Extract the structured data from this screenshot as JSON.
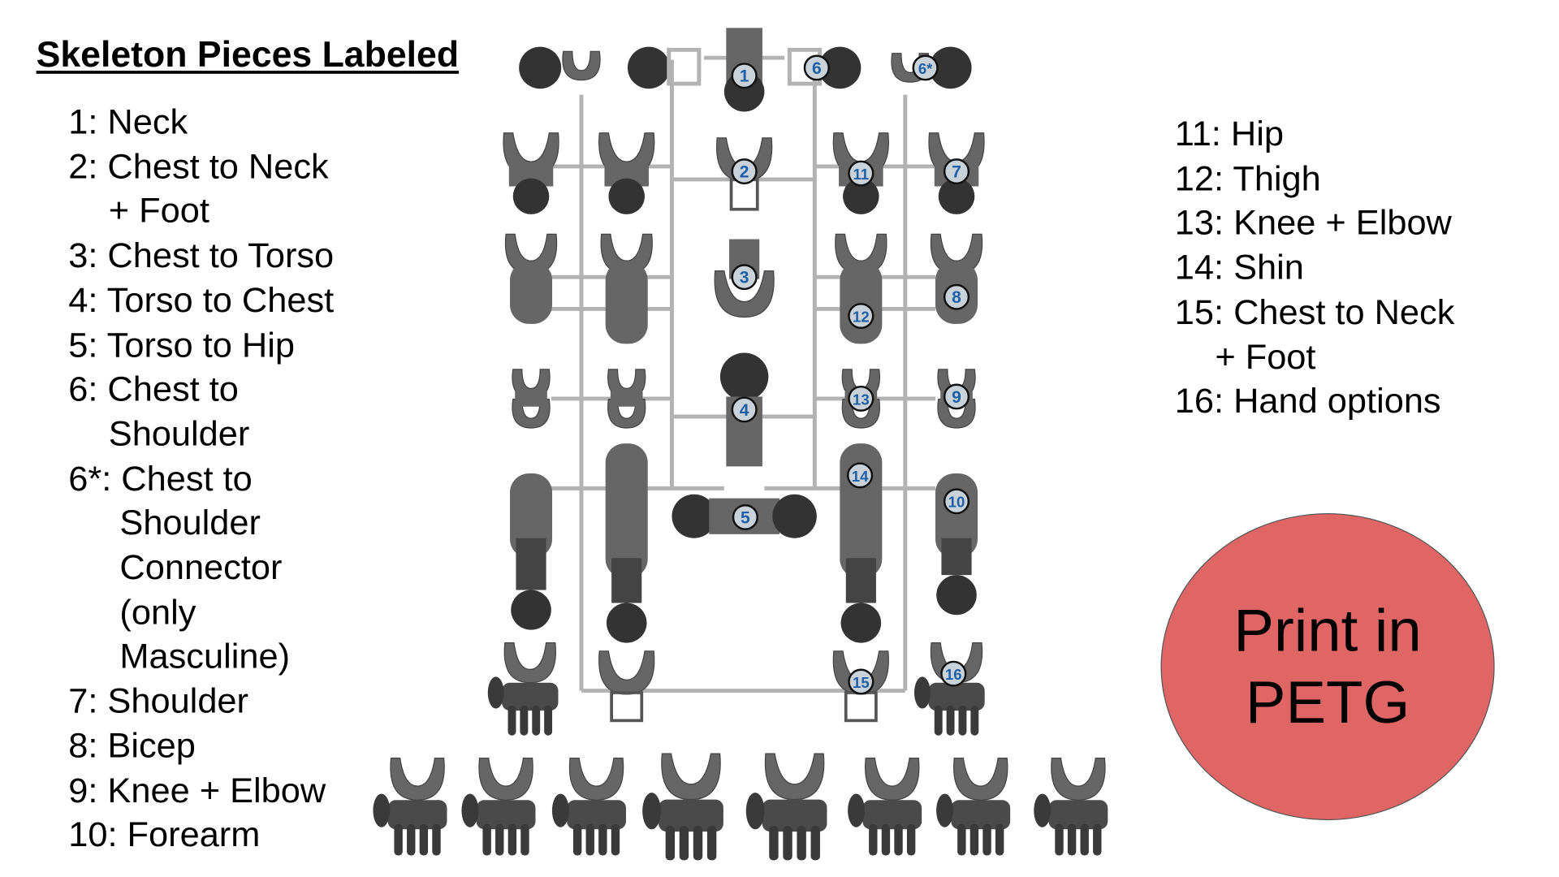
{
  "title": "Skeleton Pieces Labeled",
  "left_list": [
    {
      "text": "1: Neck",
      "indent": 0
    },
    {
      "text": "2: Chest to Neck",
      "indent": 0
    },
    {
      "text": "+ Foot",
      "indent": 1
    },
    {
      "text": "3: Chest to Torso",
      "indent": 0
    },
    {
      "text": "4: Torso to Chest",
      "indent": 0
    },
    {
      "text": "5: Torso to Hip",
      "indent": 0
    },
    {
      "text": "6: Chest to",
      "indent": 0
    },
    {
      "text": "Shoulder",
      "indent": 1
    },
    {
      "text": "6*: Chest to",
      "indent": 0
    },
    {
      "text": "Shoulder",
      "indent": 2
    },
    {
      "text": "Connector",
      "indent": 2
    },
    {
      "text": "(only",
      "indent": 2
    },
    {
      "text": "Masculine)",
      "indent": 2
    },
    {
      "text": "7: Shoulder",
      "indent": 0
    },
    {
      "text": "8: Bicep",
      "indent": 0
    },
    {
      "text": "9: Knee + Elbow",
      "indent": 0
    },
    {
      "text": "10: Forearm",
      "indent": 0
    }
  ],
  "right_list": [
    {
      "text": "11: Hip",
      "indent": 0
    },
    {
      "text": "12: Thigh",
      "indent": 0
    },
    {
      "text": "13: Knee + Elbow",
      "indent": 0
    },
    {
      "text": "14: Shin",
      "indent": 0
    },
    {
      "text": "15: Chest to Neck",
      "indent": 0
    },
    {
      "text": "+ Foot",
      "indent": 1
    },
    {
      "text": "16: Hand options",
      "indent": 0
    }
  ],
  "callout": {
    "line1": "Print in",
    "line2": "PETG",
    "color": "#e06666"
  },
  "badges": [
    "1",
    "6",
    "6*",
    "2",
    "11",
    "7",
    "3",
    "12",
    "8",
    "4",
    "13",
    "9",
    "14",
    "10",
    "5",
    "15",
    "16"
  ],
  "colors": {
    "sprue": "#b3b3b3",
    "piece": "#666666",
    "ball": "#333333",
    "badge_text": "#1f5fa8",
    "badge_fill": "#c9d1d9"
  }
}
